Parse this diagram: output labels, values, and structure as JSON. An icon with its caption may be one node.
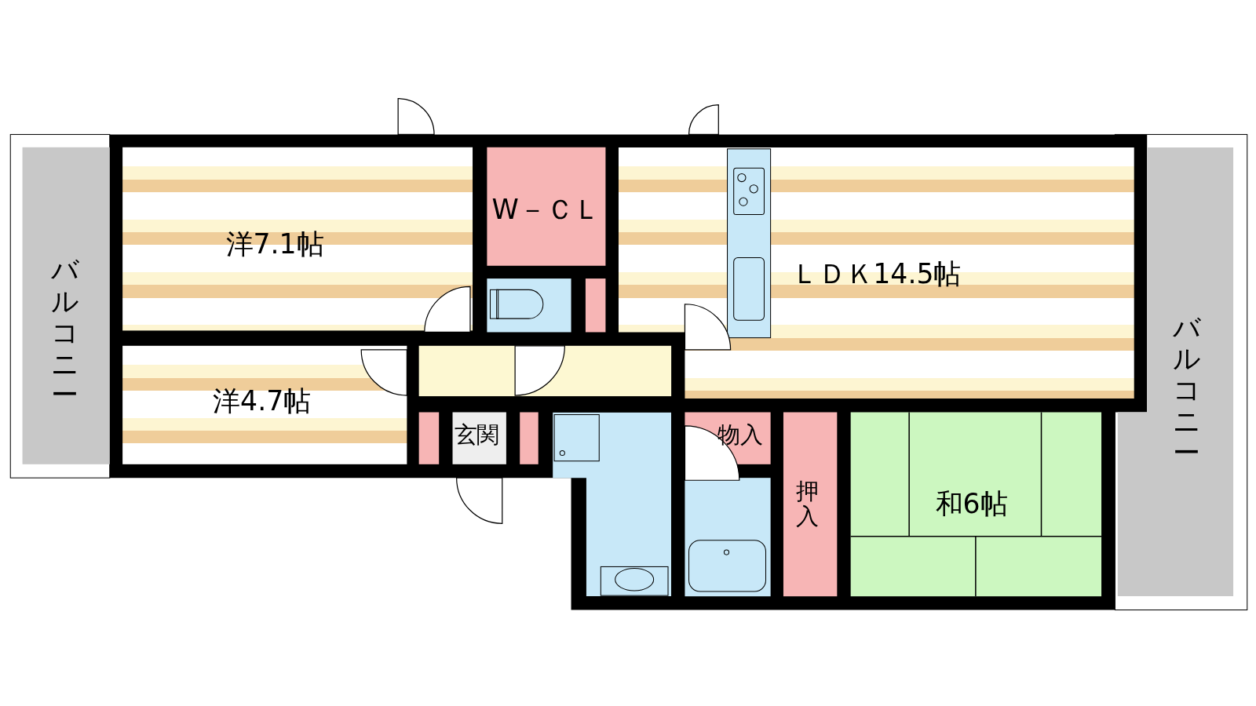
{
  "diagram": {
    "nodes": [
      {
        "text": [
          "バルコニー"
        ]
      },
      {
        "text": [
          "洋7.1帖"
        ]
      },
      {
        "text": [
          "W－ＣＬ"
        ]
      },
      {
        "text": [
          "ＬＤＫ14.5帖"
        ]
      },
      {
        "text": [
          "バルコニー"
        ]
      },
      {
        "text": [],
        "shape": "box"
      },
      {
        "text": [],
        "shape": "box"
      },
      {
        "text": [
          "洋4.7帖"
        ]
      },
      {
        "text": [
          "玄関"
        ]
      },
      {
        "text": [],
        "shape": "box"
      },
      {
        "text": [
          "物入"
        ]
      },
      {
        "text": [
          "押入"
        ]
      },
      {
        "text": [
          "和6帖"
        ]
      },
      {
        "text": [],
        "shape": "box"
      }
    ]
  }
}
